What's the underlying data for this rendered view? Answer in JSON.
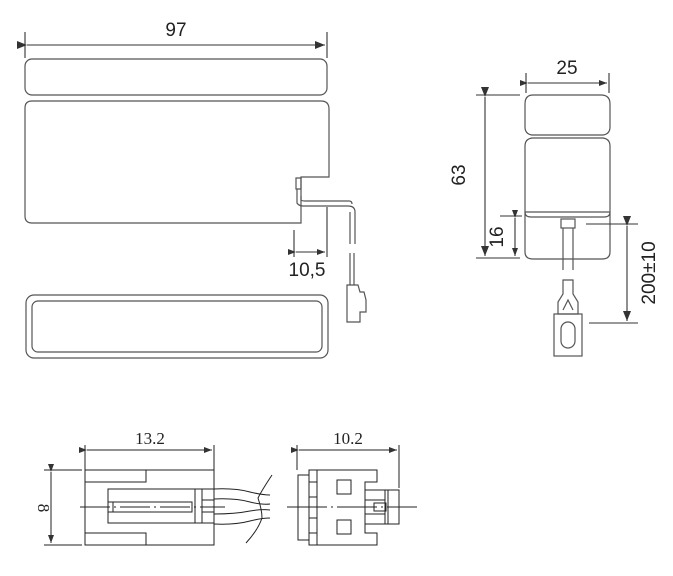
{
  "drawing": {
    "front_view": {
      "width_label": "97",
      "terminal_offset_label": "10,5"
    },
    "side_view": {
      "width_label": "25",
      "height_label": "63",
      "bottom_label": "16",
      "lead_length_label": "200±10"
    },
    "connector_side": {
      "length_label": "13.2",
      "height_label": "8"
    },
    "connector_front": {
      "length_label": "10.2"
    }
  }
}
